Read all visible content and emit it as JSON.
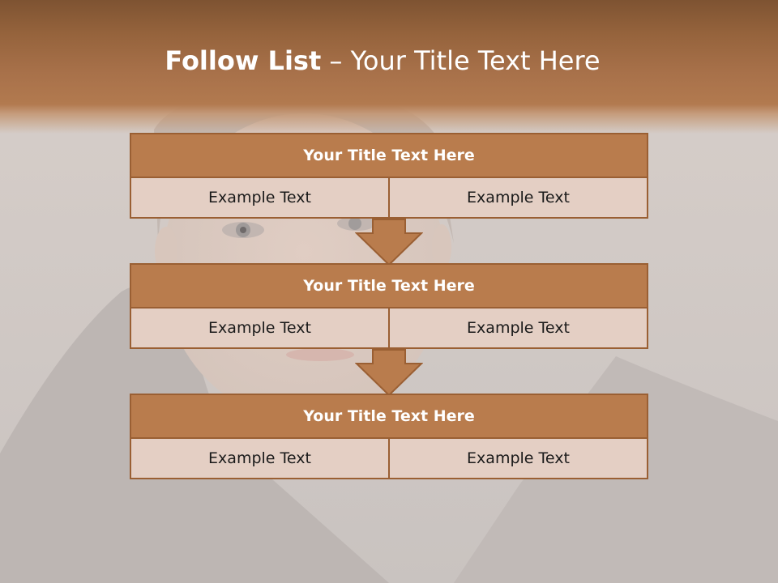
{
  "title": {
    "bold_part": "Follow List",
    "dash": " – ",
    "rest": "Your Title Text Here"
  },
  "blocks": [
    {
      "title": "Your Title Text Here",
      "cells": [
        "Example Text",
        "Example Text"
      ]
    },
    {
      "title": "Your Title Text Here",
      "cells": [
        "Example Text",
        "Example Text"
      ]
    },
    {
      "title": "Your Title Text Here",
      "cells": [
        "Example Text",
        "Example Text"
      ]
    }
  ],
  "colors": {
    "header_brown": "#a8714a",
    "block_title_fill": "#b97c4d",
    "block_border": "#9a5f33",
    "cell_fill": "#e4cfc4",
    "arrow_fill": "#b97c4d"
  },
  "icons": [
    "down-arrow-icon"
  ]
}
